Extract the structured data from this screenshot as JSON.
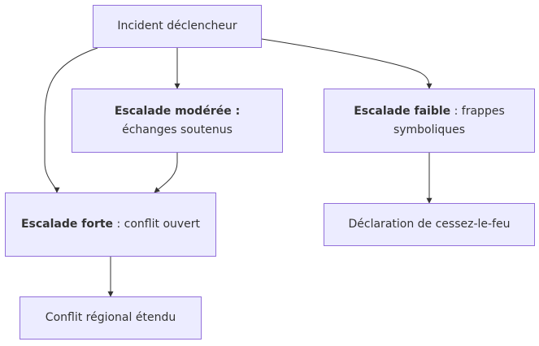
{
  "diagram": {
    "nodes": {
      "trigger": {
        "text": "Incident déclencheur"
      },
      "moderate": {
        "bold": "Escalade modérée :",
        "rest": "échanges soutenus"
      },
      "weak": {
        "bold": "Escalade faible",
        "rest": ": frappes symboliques"
      },
      "strong": {
        "bold": "Escalade forte",
        "rest": ": conflit ouvert"
      },
      "ceasefire": {
        "text": "Déclaration de cessez-le-feu"
      },
      "regional": {
        "text": "Conflit régional étendu"
      }
    },
    "edges": [
      {
        "from": "trigger",
        "to": "moderate"
      },
      {
        "from": "trigger",
        "to": "strong"
      },
      {
        "from": "trigger",
        "to": "weak"
      },
      {
        "from": "moderate",
        "to": "strong"
      },
      {
        "from": "weak",
        "to": "ceasefire"
      },
      {
        "from": "strong",
        "to": "regional"
      }
    ],
    "colors": {
      "node_fill": "#ECECFF",
      "node_border": "#9370DB",
      "edge": "#333333",
      "text": "#333333"
    }
  }
}
